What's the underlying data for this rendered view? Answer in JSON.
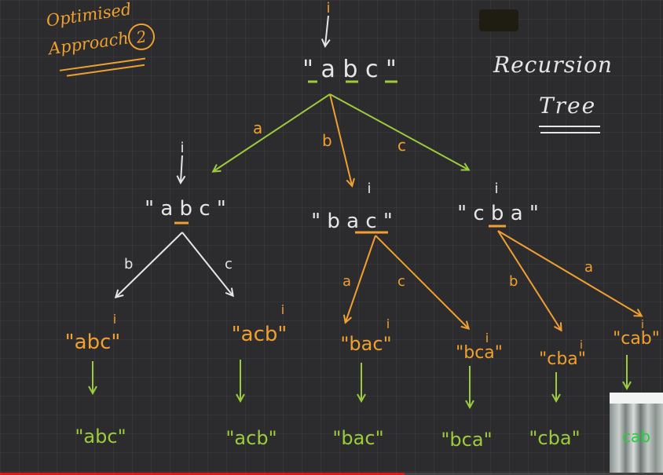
{
  "annotation": {
    "line1": "Optimised",
    "line2": "Approach",
    "number": "2",
    "color": "#f0a030"
  },
  "heading": {
    "line1": "Recursion",
    "line2": "Tree",
    "color": "#e6e6e6"
  },
  "tree": {
    "root": {
      "label": "\" a  b  c \"",
      "pointer": "i"
    },
    "level1": [
      {
        "label": "\" a b c \"",
        "pointer": "i",
        "edge": "a"
      },
      {
        "label": "\" b a c \"",
        "pointer": "i",
        "edge": "b"
      },
      {
        "label": "\" c b a \"",
        "pointer": "i",
        "edge": "c"
      }
    ],
    "level2": [
      {
        "label": "\"abc\"",
        "pointer": "i",
        "edge": "b",
        "result": "\"abc\""
      },
      {
        "label": "\"acb\"",
        "pointer": "i",
        "edge": "c",
        "result": "\"acb\""
      },
      {
        "label": "\"bac\"",
        "pointer": "i",
        "edge": "a",
        "result": "\"bac\""
      },
      {
        "label": "\"bca\"",
        "pointer": "i",
        "edge": "c",
        "result": "\"bca\""
      },
      {
        "label": "\"cba\"",
        "pointer": "i",
        "edge": "b",
        "result": "\"cba\""
      },
      {
        "label": "\"cab\"",
        "pointer": "i",
        "edge": "a",
        "result": "cab"
      }
    ]
  },
  "colors": {
    "white_ink": "#e6e6e6",
    "orange_ink": "#f0a030",
    "green_ink": "#9ccc3c",
    "board": "#2c2c2e"
  },
  "webcam": {
    "caption": "cab"
  },
  "playback": {
    "progress": 0.61
  }
}
